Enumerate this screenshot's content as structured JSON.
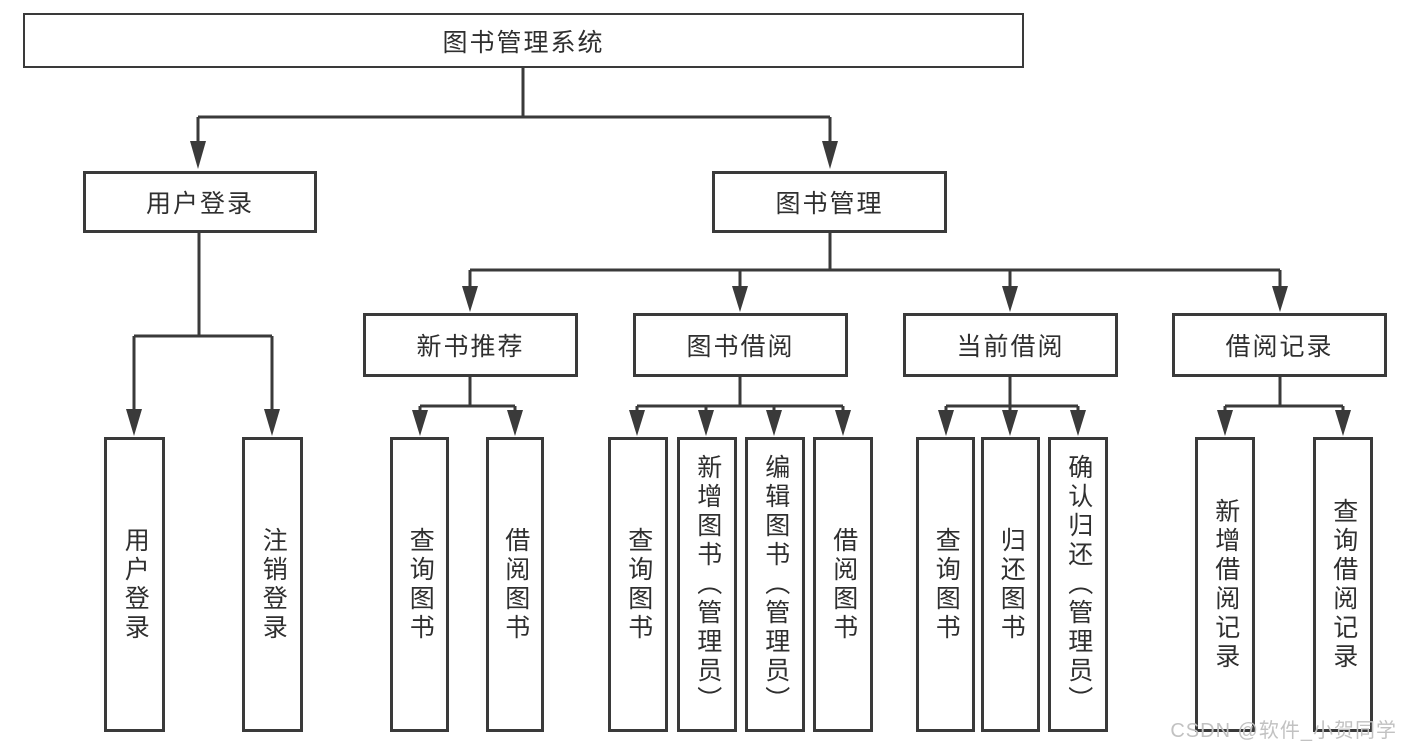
{
  "diagram": {
    "root": {
      "label": "图书管理系统"
    },
    "level2": [
      {
        "id": "user-login",
        "label": "用户登录"
      },
      {
        "id": "book-management",
        "label": "图书管理"
      }
    ],
    "level3": [
      {
        "id": "new-book-recommend",
        "label": "新书推荐",
        "parent": "图书管理"
      },
      {
        "id": "book-borrowing",
        "label": "图书借阅",
        "parent": "图书管理"
      },
      {
        "id": "current-borrowing",
        "label": "当前借阅",
        "parent": "图书管理"
      },
      {
        "id": "borrow-records",
        "label": "借阅记录",
        "parent": "图书管理"
      }
    ],
    "leaves": [
      {
        "label": "用户登录",
        "parent": "用户登录"
      },
      {
        "label": "注销登录",
        "parent": "用户登录"
      },
      {
        "label": "查询图书",
        "parent": "新书推荐"
      },
      {
        "label": "借阅图书",
        "parent": "新书推荐"
      },
      {
        "label": "查询图书",
        "parent": "图书借阅"
      },
      {
        "label": "新增图书（管理员）",
        "parent": "图书借阅"
      },
      {
        "label": "编辑图书（管理员）",
        "parent": "图书借阅"
      },
      {
        "label": "借阅图书",
        "parent": "图书借阅"
      },
      {
        "label": "查询图书",
        "parent": "当前借阅"
      },
      {
        "label": "归还图书",
        "parent": "当前借阅"
      },
      {
        "label": "确认归还（管理员）",
        "parent": "当前借阅"
      },
      {
        "label": "新增借阅记录",
        "parent": "借阅记录"
      },
      {
        "label": "查询借阅记录",
        "parent": "借阅记录"
      }
    ]
  },
  "watermark": {
    "text": "CSDN @软件_小贺同学"
  },
  "colors": {
    "line": "#3a3a3a",
    "text": "#2f2f2f",
    "background": "#ffffff",
    "watermark": "#c2c2c2"
  }
}
